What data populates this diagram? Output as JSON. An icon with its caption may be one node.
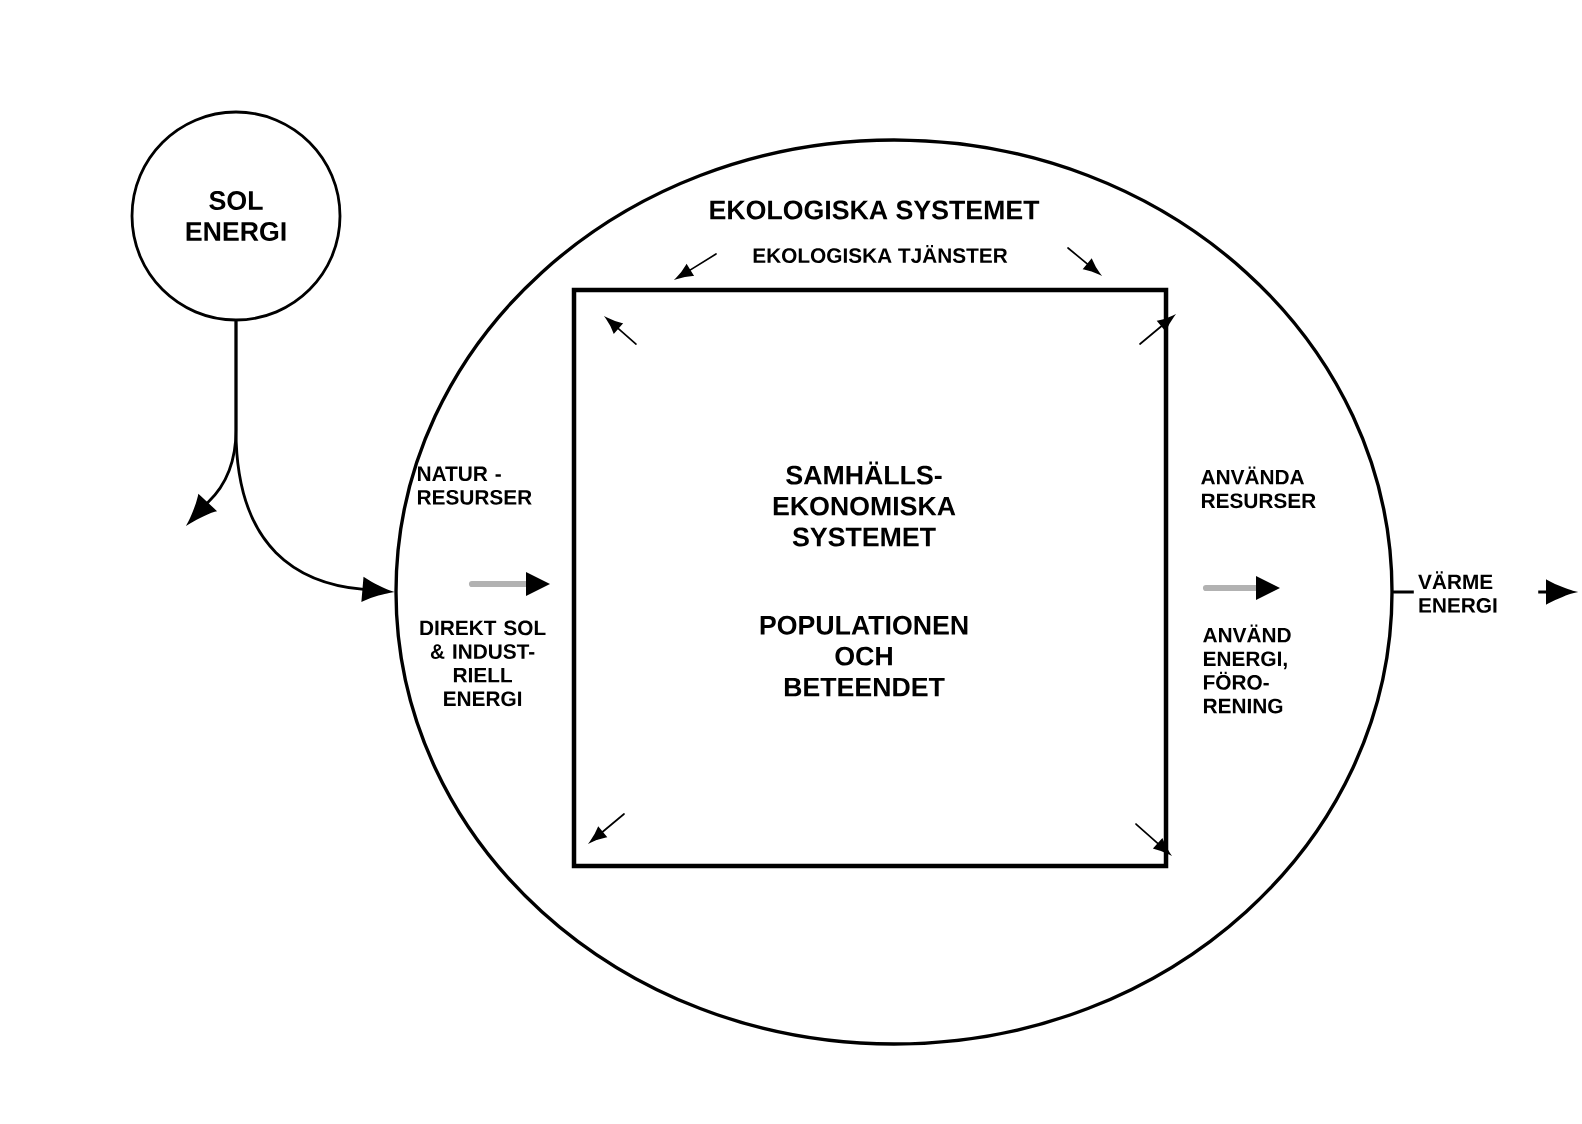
{
  "diagram": {
    "nodes": [
      {
        "text": [
          "SOL ENERGI"
        ]
      },
      {
        "text": [
          "EKOLOGISKA SYSTEMET",
          "EKOLOGISKA TJÄNSTER"
        ]
      },
      {
        "text": [
          "SAMHÄLLS- EKONOMISKA SYSTEMET",
          "POPULATIONEN OCH BETEENDET"
        ],
        "in": 1
      }
    ],
    "edges": [
      {
        "from": 0,
        "to": 1,
        "arrow": "to"
      },
      {
        "from": 0,
        "to": null,
        "arrow": "to"
      },
      {
        "from": 1,
        "to": null,
        "arrow": "to",
        "label": "VÄRME ENERGI"
      }
    ],
    "labels": [
      "NATUR - RESURSER",
      "DIREKT SOL & INDUST- RIELL ENERGI",
      "ANVÄNDA RESURSER",
      "ANVÄND ENERGI, FÖRO- RENING"
    ]
  }
}
